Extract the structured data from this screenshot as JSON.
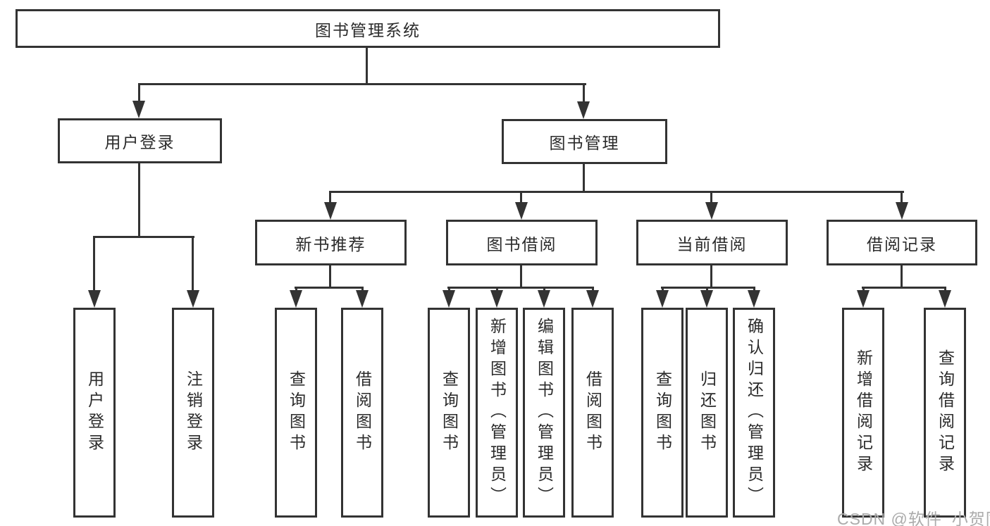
{
  "tree": {
    "root": "图书管理系统",
    "branches": [
      {
        "label": "用户登录",
        "leaves": [
          "用户登录",
          "注销登录"
        ]
      },
      {
        "label": "图书管理",
        "groups": [
          {
            "label": "新书推荐",
            "leaves": [
              "查询图书",
              "借阅图书"
            ]
          },
          {
            "label": "图书借阅",
            "leaves": [
              "查询图书",
              "新增图书（管理员）",
              "编辑图书（管理员）",
              "借阅图书"
            ]
          },
          {
            "label": "当前借阅",
            "leaves": [
              "查询图书",
              "归还图书",
              "确认归还（管理员）"
            ]
          },
          {
            "label": "借阅记录",
            "leaves": [
              "新增借阅记录",
              "查询借阅记录"
            ]
          }
        ]
      }
    ]
  },
  "watermark": "CSDN @软件_小贺同学",
  "colors": {
    "line": "#333333",
    "text": "#2b2b2b",
    "background": "#ffffff",
    "watermark": "#ababab"
  }
}
